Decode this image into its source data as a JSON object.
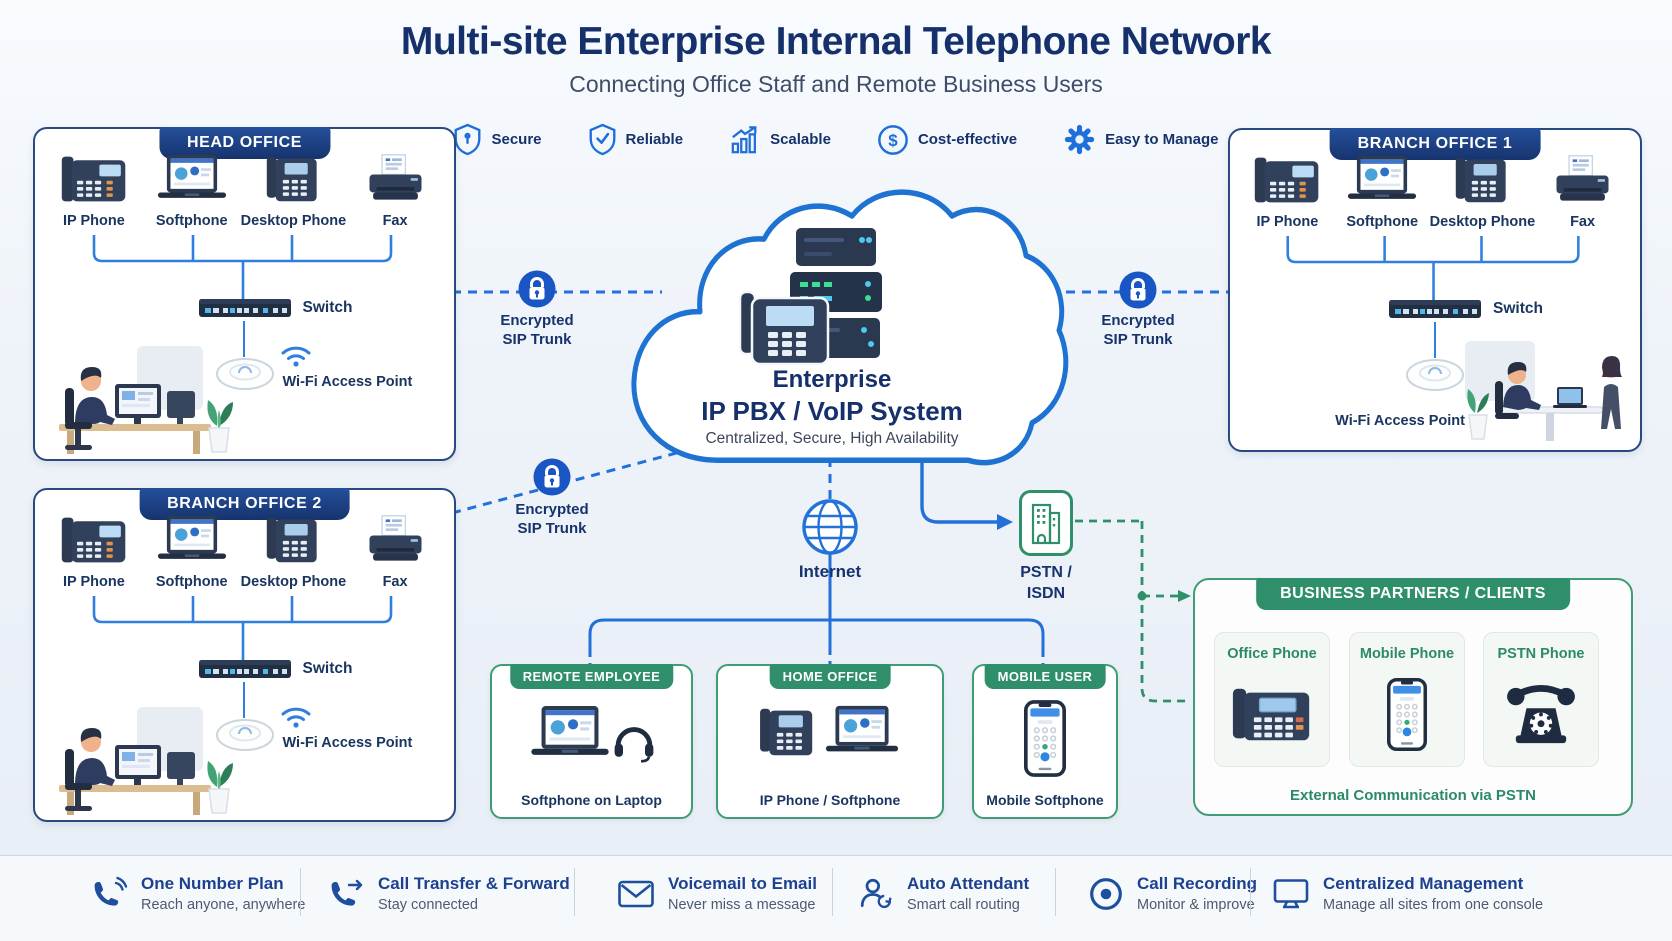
{
  "header": {
    "title": "Multi-site Enterprise Internal Telephone Network",
    "subtitle": "Connecting Office Staff and Remote Business Users"
  },
  "badges": [
    {
      "icon": "shield-lock-icon",
      "label": "Secure"
    },
    {
      "icon": "shield-check-icon",
      "label": "Reliable"
    },
    {
      "icon": "growth-chart-icon",
      "label": "Scalable"
    },
    {
      "icon": "dollar-circle-icon",
      "label": "Cost-effective"
    },
    {
      "icon": "gear-icon",
      "label": "Easy to Manage"
    }
  ],
  "offices": {
    "head": {
      "title": "HEAD OFFICE",
      "devices": [
        "IP Phone",
        "Softphone",
        "Desktop Phone",
        "Fax"
      ],
      "switch": "Switch",
      "wifi": "Wi-Fi Access Point"
    },
    "branch1": {
      "title": "BRANCH OFFICE 1",
      "devices": [
        "IP Phone",
        "Softphone",
        "Desktop Phone",
        "Fax"
      ],
      "switch": "Switch",
      "wifi": "Wi-Fi Access Point"
    },
    "branch2": {
      "title": "BRANCH OFFICE 2",
      "devices": [
        "IP Phone",
        "Softphone",
        "Desktop Phone",
        "Fax"
      ],
      "switch": "Switch",
      "wifi": "Wi-Fi Access Point"
    }
  },
  "cloud": {
    "title": "Enterprise",
    "subtitle": "IP PBX / VoIP System",
    "tagline": "Centralized, Secure, High Availability"
  },
  "links": {
    "sip": {
      "line1": "Encrypted",
      "line2": "SIP Trunk"
    },
    "internet": "Internet",
    "pstn": {
      "line1": "PSTN /",
      "line2": "ISDN"
    }
  },
  "sites": [
    {
      "title": "REMOTE EMPLOYEE",
      "caption": "Softphone on Laptop"
    },
    {
      "title": "HOME OFFICE",
      "caption": "IP Phone / Softphone"
    },
    {
      "title": "MOBILE USER",
      "caption": "Mobile Softphone"
    }
  ],
  "partners": {
    "title": "BUSINESS PARTNERS / CLIENTS",
    "cards": [
      {
        "label": "Office Phone"
      },
      {
        "label": "Mobile Phone"
      },
      {
        "label": "PSTN Phone"
      }
    ],
    "note": "External Communication via PSTN"
  },
  "features": [
    {
      "title": "One Number Plan",
      "subtitle": "Reach anyone, anywhere"
    },
    {
      "title": "Call Transfer & Forward",
      "subtitle": "Stay connected"
    },
    {
      "title": "Voicemail to Email",
      "subtitle": "Never miss a message"
    },
    {
      "title": "Auto Attendant",
      "subtitle": "Smart call routing"
    },
    {
      "title": "Call Recording",
      "subtitle": "Monitor & improve"
    },
    {
      "title": "Centralized Management",
      "subtitle": "Manage all sites from one console"
    }
  ],
  "colors": {
    "navy": "#16326b",
    "blue": "#1e72d2",
    "green": "#2e8f6a"
  }
}
